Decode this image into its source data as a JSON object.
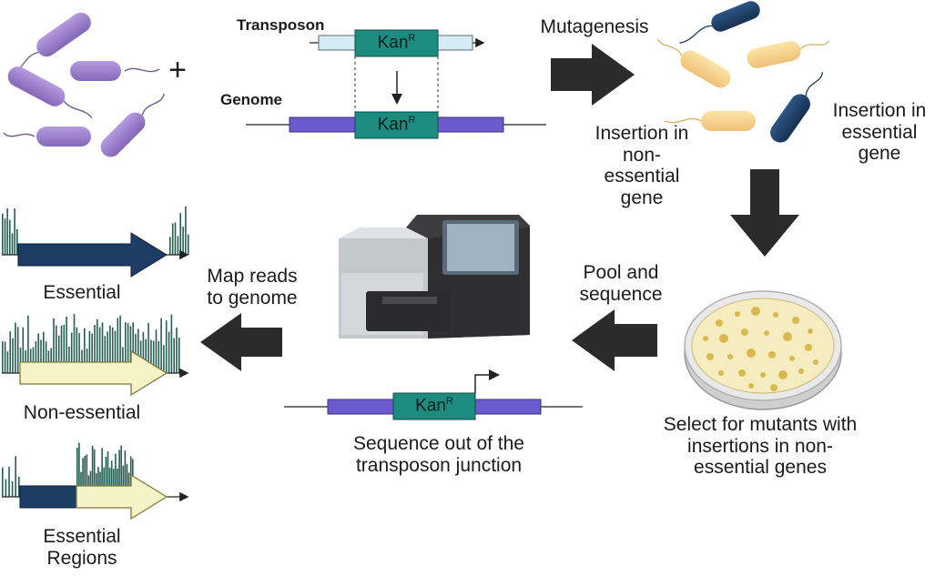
{
  "labels": {
    "transposon": "Transposon",
    "genome": "Genome",
    "kan": "Kan",
    "kan_sup": "R",
    "mutagenesis": "Mutagenesis",
    "insertion_nonessential": "Insertion in\nnon-\nessential\ngene",
    "insertion_essential": "Insertion in\nessential\ngene",
    "select": "Select for mutants with\ninsertions in non-\nessential genes",
    "pool": "Pool and\nsequence",
    "sequence_out": "Sequence out of the\ntransposon junction",
    "map_reads": "Map reads\nto genome",
    "essential": "Essential",
    "non_essential": "Non-essential",
    "essential_regions": "Essential\nRegions",
    "plus": "+"
  },
  "colors": {
    "purple_bacteria": "#9b7fc4",
    "tan_bacteria": "#f5d592",
    "navy_bacteria": "#1d3d64",
    "genome_bar": "#6a5acd",
    "kan_box": "#1c8c80",
    "arrow": "#2b2b2b",
    "reads": "#245f52",
    "essential_gene": "#1d3d64",
    "nonessential_gene": "#f6f3c8"
  }
}
